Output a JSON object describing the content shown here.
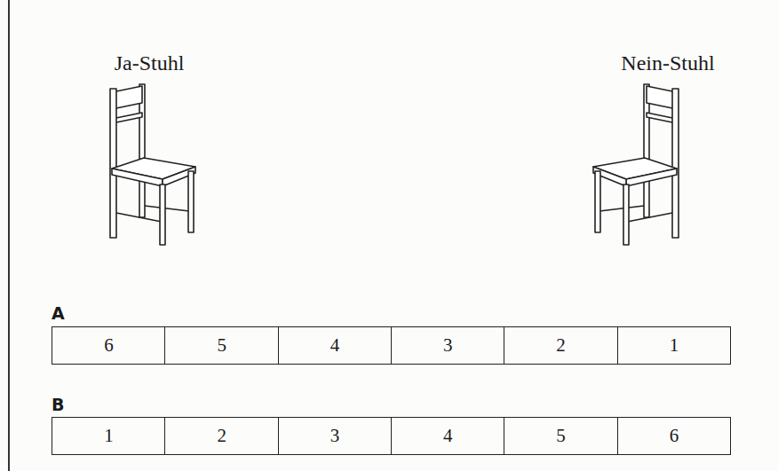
{
  "diagram": {
    "labels": [
      "Ja-Stuhl",
      "Nein-Stuhl",
      "A",
      "6",
      "5",
      "4",
      "3",
      "2",
      "1",
      "B",
      "1",
      "2",
      "3",
      "4",
      "5",
      "6"
    ]
  }
}
